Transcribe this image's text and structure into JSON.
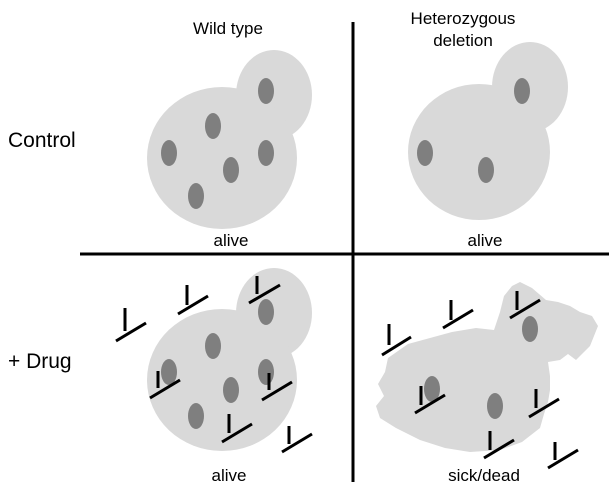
{
  "columns": {
    "wild_type": "Wild type",
    "heterozygous_line1": "Heterozygous",
    "heterozygous_line2": "deletion"
  },
  "rows": {
    "control": "Control",
    "drug": "+ Drug"
  },
  "outcomes": {
    "wt_control": "alive",
    "het_control": "alive",
    "wt_drug": "alive",
    "het_drug": "sick/dead"
  },
  "colors": {
    "cell": "#d9d9d9",
    "nucleus": "#7f7f7f",
    "lines": "#000000",
    "background": "#ffffff"
  },
  "icons": {
    "drug_molecule": "t-bar-inhibitor-icon"
  }
}
